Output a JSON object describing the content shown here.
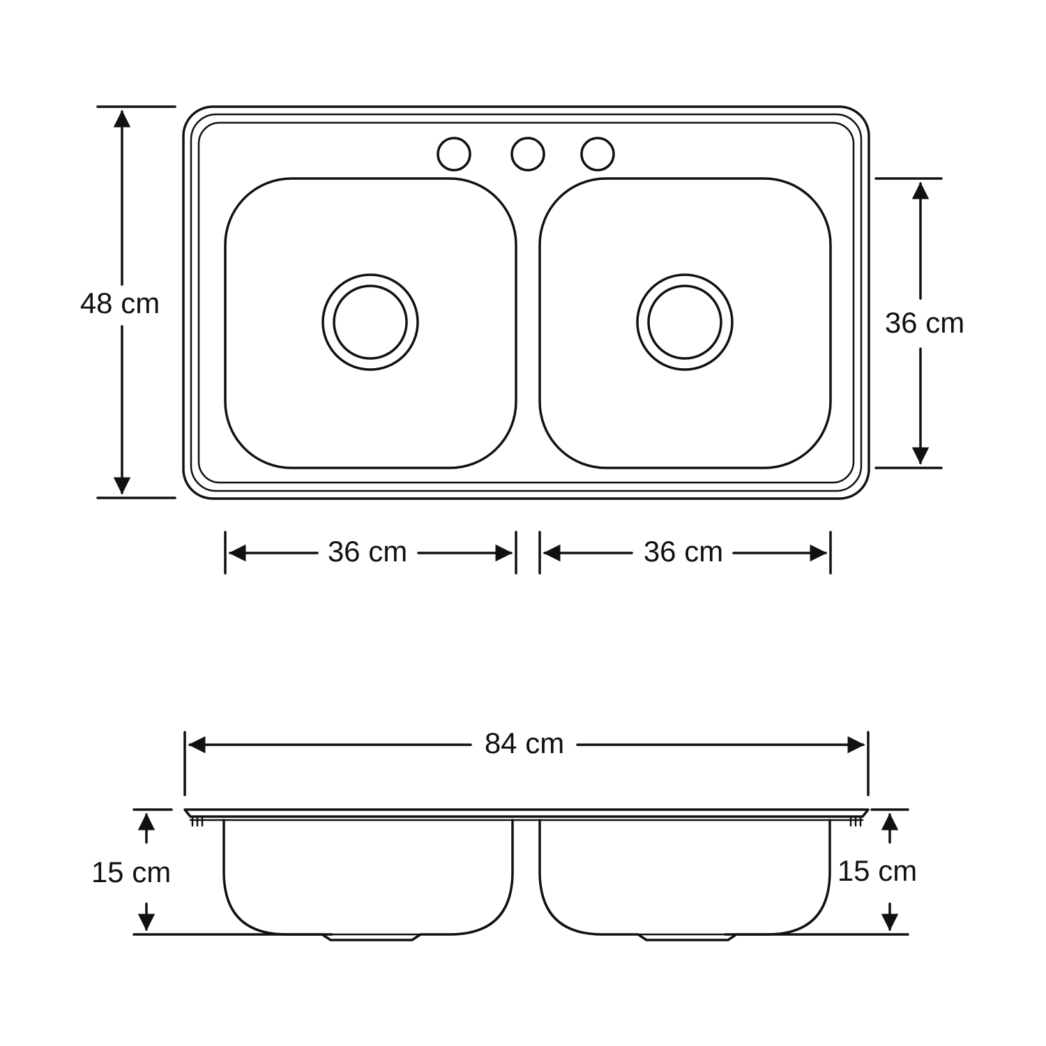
{
  "labels": {
    "top_height": "48 cm",
    "basin_height": "36 cm",
    "left_basin_width": "36 cm",
    "right_basin_width": "36 cm",
    "total_width": "84 cm",
    "depth_left": "15 cm",
    "depth_right": "15 cm"
  },
  "colors": {
    "line": "#111111",
    "background": "#ffffff"
  }
}
